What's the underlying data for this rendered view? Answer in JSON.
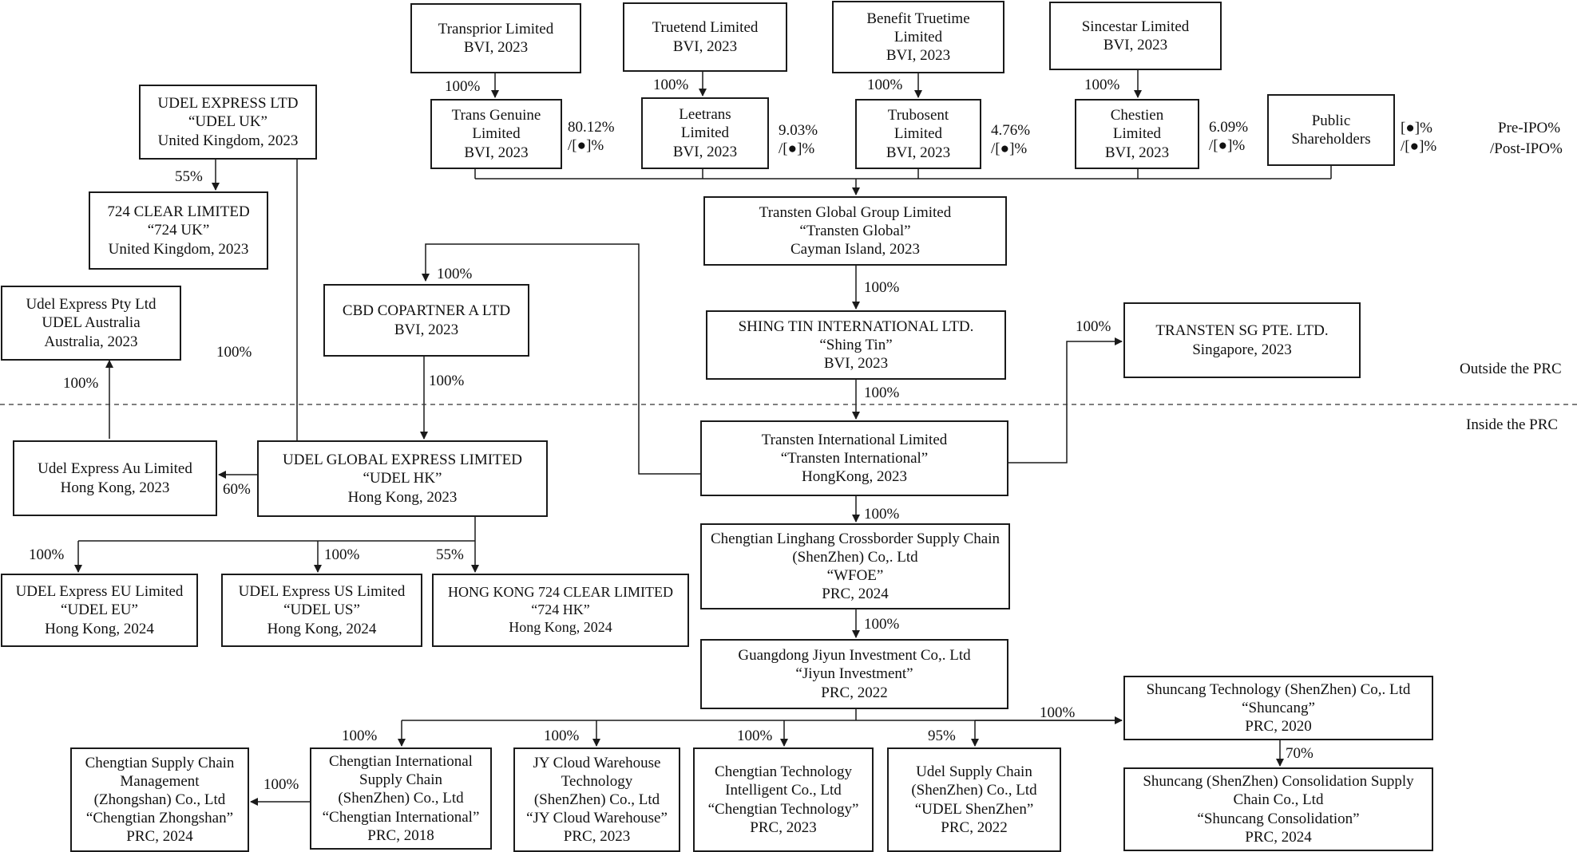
{
  "entities": {
    "transprior": "Transprior Limited\nBVI, 2023",
    "truetend": "Truetend Limited\nBVI, 2023",
    "benefit": "Benefit Truetime\nLimited\nBVI, 2023",
    "sincestar": "Sincestar Limited\nBVI, 2023",
    "trans_genuine": "Trans Genuine\nLimited\nBVI, 2023",
    "leetrans": "Leetrans\nLimited\nBVI, 2023",
    "trubosent": "Trubosent\nLimited\nBVI, 2023",
    "chestien": "Chestien\nLimited\nBVI, 2023",
    "public": "Public\nShareholders",
    "udel_uk": "UDEL EXPRESS LTD\n“UDEL UK”\nUnited Kingdom, 2023",
    "clear_uk": "724 CLEAR LIMITED\n“724 UK”\nUnited Kingdom, 2023",
    "udel_au_pty": "Udel Express Pty Ltd\nUDEL Australia\nAustralia, 2023",
    "transten_global": "Transten Global Group Limited\n“Transten Global”\nCayman Island, 2023",
    "cbd": "CBD COPARTNER A LTD\nBVI, 2023",
    "shing_tin": "SHING TIN INTERNATIONAL LTD.\n“Shing Tin”\nBVI, 2023",
    "transten_sg": "TRANSTEN SG PTE. LTD.\nSingapore, 2023",
    "udel_au_hk": "Udel Express Au Limited\nHong Kong, 2023",
    "udel_hk": "UDEL GLOBAL EXPRESS LIMITED\n“UDEL HK”\nHong Kong, 2023",
    "transten_intl": "Transten International Limited\n“Transten International”\nHongKong, 2023",
    "udel_eu": "UDEL Express EU Limited\n“UDEL EU”\nHong Kong, 2024",
    "udel_us": "UDEL Express US Limited\n“UDEL US”\nHong Kong, 2024",
    "clear_hk": "HONG KONG 724 CLEAR LIMITED\n“724 HK”\nHong Kong, 2024",
    "wfoe": "Chengtian Linghang Crossborder Supply Chain\n(ShenZhen) Co,. Ltd\n“WFOE”\nPRC, 2024",
    "jiyun": "Guangdong Jiyun Investment Co,. Ltd\n“Jiyun Investment”\nPRC, 2022",
    "shuncang": "Shuncang Technology (ShenZhen) Co,. Ltd\n“Shuncang”\nPRC, 2020",
    "shuncang_consol": "Shuncang (ShenZhen) Consolidation Supply\nChain Co., Ltd\n“Shuncang Consolidation”\nPRC, 2024",
    "zhongshan": "Chengtian Supply Chain\nManagement\n(Zhongshan) Co., Ltd\n“Chengtian Zhongshan”\nPRC, 2024",
    "ct_intl": "Chengtian International\nSupply Chain\n(ShenZhen) Co., Ltd\n“Chengtian International”\nPRC, 2018",
    "jy_cloud": "JY Cloud Warehouse\nTechnology\n(ShenZhen) Co., Ltd\n“JY Cloud Warehouse”\nPRC, 2023",
    "ct_tech": "Chengtian Technology\nIntelligent Co., Ltd\n“Chengtian Technology”\nPRC, 2023",
    "udel_sz": "Udel Supply Chain\n(ShenZhen) Co., Ltd\n“UDEL ShenZhen”\nPRC, 2022"
  },
  "percentages": {
    "transprior_tg": "100%",
    "truetend_lt": "100%",
    "benefit_tb": "100%",
    "sincestar_ch": "100%",
    "tg_stake": "80.12%\n/[●]%",
    "lt_stake": "9.03%\n/[●]%",
    "tb_stake": "4.76%\n/[●]%",
    "ch_stake": "6.09%\n/[●]%",
    "public_stake": "[●]%\n/[●]%",
    "uk_724": "55%",
    "cbd": "100%",
    "global_shing": "100%",
    "shing_sg": "100%",
    "australia": "100%",
    "uk_side": "100%",
    "cbd_udelhk": "100%",
    "shing_intl": "100%",
    "au_hk": "60%",
    "eu": "100%",
    "us": "100%",
    "hk724": "55%",
    "wfoe": "100%",
    "jiyun": "100%",
    "ct_intl": "100%",
    "jy_cloud": "100%",
    "ct_tech": "100%",
    "udel_sz": "95%",
    "shuncang": "100%",
    "zhongshan": "100%",
    "shuncang_consol": "70%"
  },
  "legend": {
    "pre_ipo": "Pre-IPO%",
    "post_ipo": "/Post-IPO%",
    "outside": "Outside the PRC",
    "inside": "Inside the PRC"
  }
}
